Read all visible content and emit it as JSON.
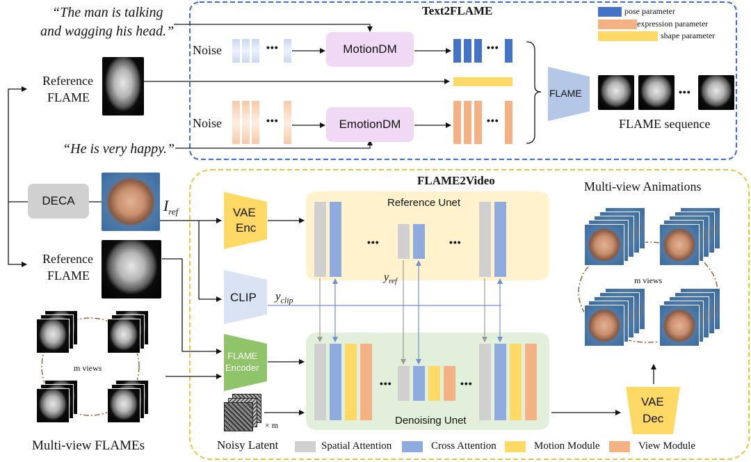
{
  "text2flame": {
    "title": "Text2FLAME",
    "legend": [
      {
        "label": "pose parameter",
        "color": "#4472c4"
      },
      {
        "label": "expression parameter",
        "color": "#f4b183"
      },
      {
        "label": "shape parameter",
        "color": "#ffd966"
      }
    ],
    "prompt_motion": "“The man is talking",
    "prompt_motion_2": "and wagging his head.”",
    "prompt_emotion": "“He is very happy.”",
    "noise_top": "Noise",
    "noise_bottom": "Noise",
    "motion_dm": "MotionDM",
    "emotion_dm": "EmotionDM",
    "flame_block": "FLAME",
    "flame_sequence": "FLAME sequence"
  },
  "left": {
    "reference_flame_top_1": "Reference",
    "reference_flame_top_2": "FLAME",
    "deca": "DECA",
    "i_ref": "I",
    "i_ref_sub": "ref",
    "reference_flame_bottom_1": "Reference",
    "reference_flame_bottom_2": "FLAME",
    "m_views": "m views",
    "multiview_flames": "Multi-view FLAMEs"
  },
  "flame2video": {
    "title": "FLAME2Video",
    "vae_enc_1": "VAE",
    "vae_enc_2": "Enc",
    "clip": "CLIP",
    "y_clip": "y",
    "y_clip_sub": "clip",
    "flame_encoder_1": "FLAME",
    "flame_encoder_2": "Encoder",
    "reference_unet": "Reference Unet",
    "y_ref": "y",
    "y_ref_sub": "ref",
    "denoising_unet": "Denoising Unet",
    "noisy_latent": "Noisy Latent",
    "times_m": "× m",
    "vae_dec_1": "VAE",
    "vae_dec_2": "Dec",
    "ellipsis": "•••"
  },
  "right": {
    "multiview_animations": "Multi-view Animations",
    "m_views": "m views"
  },
  "bottom_legend": [
    {
      "label": "Spatial Attention",
      "color": "#d0d0d0"
    },
    {
      "label": "Cross Attention",
      "color": "#8faadc"
    },
    {
      "label": "Motion Module",
      "color": "#ffd966"
    },
    {
      "label": "View Module",
      "color": "#f4b183"
    }
  ]
}
